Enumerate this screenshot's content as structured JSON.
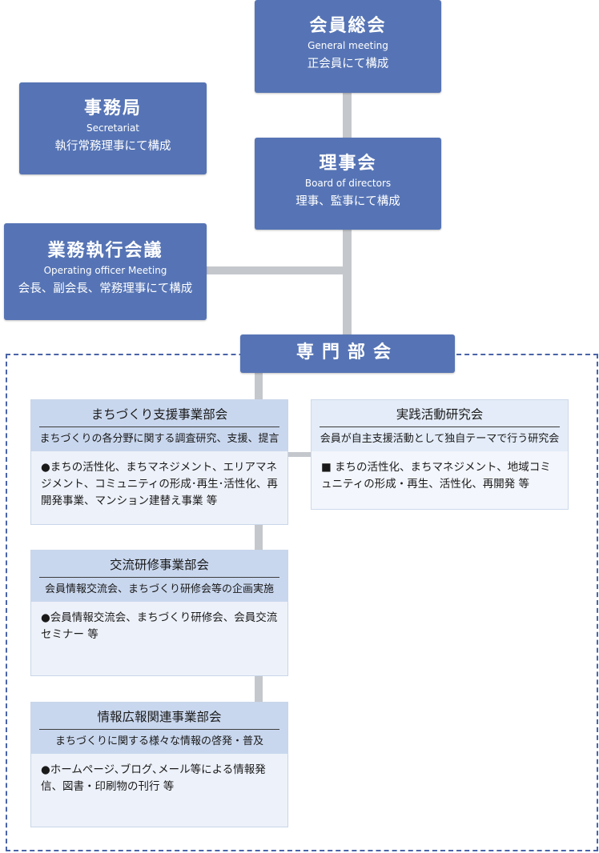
{
  "general_meeting": {
    "title": "会員総会",
    "sub": "General meeting",
    "desc": "正会員にて構成"
  },
  "secretariat": {
    "title": "事務局",
    "sub": "Secretariat",
    "desc": "執行常務理事にて構成"
  },
  "board": {
    "title": "理事会",
    "sub": "Board of directors",
    "desc": "理事、監事にて構成"
  },
  "operating": {
    "title": "業務執行会議",
    "sub": "Operating officer Meeting",
    "desc": "会長、副会長、常務理事にて構成"
  },
  "committees": {
    "title": "専門部会"
  },
  "machizukuri": {
    "title": "まちづくり支援事業部会",
    "desc": "まちづくりの各分野に関する調査研究、支援、提言",
    "items": "●まちの活性化、まちマネジメント、エリアマネジメント、コミュニティの形成･再生･活性化、再開発事業、マンション建替え事業 等"
  },
  "practice": {
    "title": "実践活動研究会",
    "desc": "会員が自主支援活動として独自テーマで行う研究会",
    "items": "■ まちの活性化、まちマネジメント、地域コミュニティの形成・再生、活性化、再開発 等"
  },
  "exchange": {
    "title": "交流研修事業部会",
    "desc": "会員情報交流会、まちづくり研修会等の企画実施",
    "items": "●会員情報交流会、まちづくり研修会、会員交流セミナー 等"
  },
  "pr": {
    "title": "情報広報関連事業部会",
    "desc": "まちづくりに関する様々な情報の啓発・普及",
    "items": "●ホームページ､ブログ､メール等による情報発信、図書・印刷物の刊行 等"
  }
}
